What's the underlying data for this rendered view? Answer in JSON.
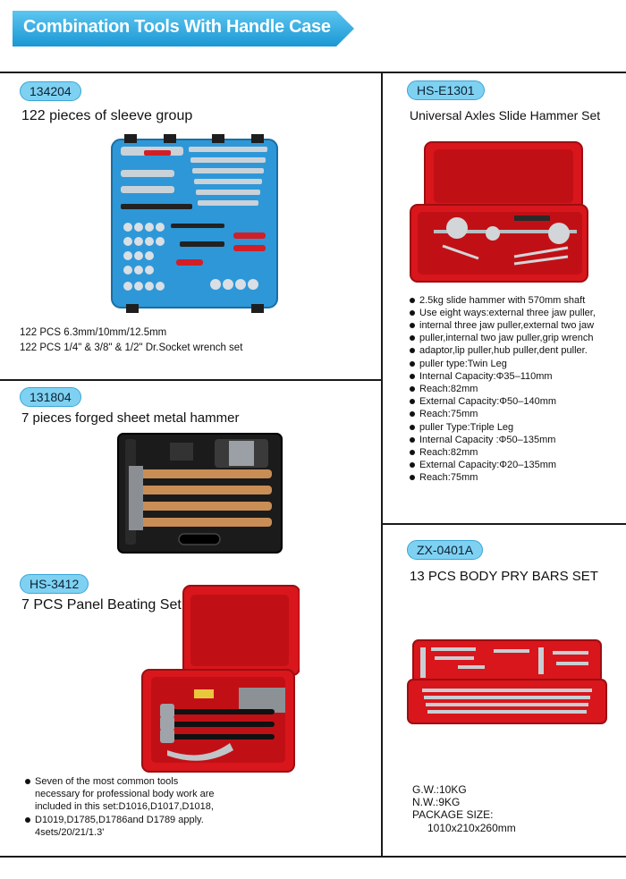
{
  "header": {
    "title": "Combination Tools With Handle Case",
    "banner_color": "#2aa9e0"
  },
  "products": {
    "p134204": {
      "code": "134204",
      "title": "122 pieces of sleeve group",
      "image": "blue-socket-wrench-case",
      "specs": [
        "122 PCS 6.3mm/10mm/12.5mm",
        "122 PCS 1/4\" & 3/8\" & 1/2\" Dr.Socket wrench set"
      ]
    },
    "p131804": {
      "code": "131804",
      "title": "7 pieces forged sheet metal hammer",
      "image": "black-hammer-case"
    },
    "hs3412": {
      "code": "HS-3412",
      "title": "7 PCS Panel Beating Set",
      "image": "red-panel-beating-case",
      "bullets": [
        "Seven of the most common tools",
        "necessary for professional body work are",
        "included in this set:D1016,D1017,D1018,",
        "D1019,D1785,D1786and D1789 apply.",
        "4sets/20/21/1.3'"
      ]
    },
    "hse1301": {
      "code": "HS-E1301",
      "title": "Universal Axles Slide Hammer Set",
      "image": "red-slide-hammer-case",
      "bullets": [
        "2.5kg slide hammer with 570mm shaft",
        "Use eight ways:external three jaw puller,"
      ],
      "details": [
        "internal three jaw puller,external two jaw",
        "puller,internal two jaw puller,grip wrench",
        "adaptor,lip puller,hub puller,dent puller.",
        "puller type:Twin Leg",
        "Internal Capacity:Φ35–110mm",
        "Reach:82mm",
        "External Capacity:Φ50–140mm",
        "Reach:75mm",
        "puller Type:Triple Leg",
        "Internal Capacity :Φ50–135mm",
        "Reach:82mm",
        "External Capacity:Φ20–135mm",
        "Reach:75mm"
      ]
    },
    "zx0401a": {
      "code": "ZX-0401A",
      "title": "13 PCS BODY PRY BARS SET",
      "image": "red-pry-bar-case",
      "specs": [
        "G.W.:10KG",
        "N.W.:9KG",
        "PACKAGE SIZE:",
        "1010x210x260mm"
      ]
    }
  },
  "colors": {
    "tag_fill": "#7fd1f2",
    "case_red": "#d8161c",
    "case_blue": "#2e97d8",
    "case_black": "#1b1b1b"
  }
}
